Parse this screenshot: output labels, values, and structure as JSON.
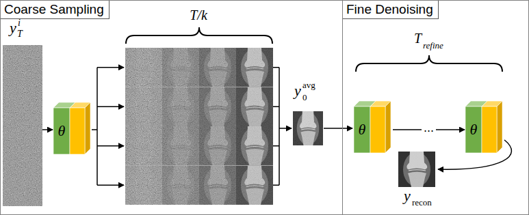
{
  "diagram": {
    "nodes": [
      {
        "text": [
          "Coarse Sampling"
        ]
      },
      {
        "text": [
          "Fine Denoising"
        ]
      },
      {
        "text": [
          "θ"
        ],
        "in": 0
      },
      {
        "text": [
          "θ"
        ],
        "in": 1
      },
      {
        "text": [
          "θ"
        ],
        "in": 1
      }
    ],
    "edges": [
      {
        "from": 3,
        "to": 4,
        "arrow": "to",
        "label": "..."
      }
    ],
    "labels": [
      "T/k",
      "y",
      "T",
      "i",
      "y",
      "0",
      "avg",
      "T",
      "refine",
      "y",
      "recon"
    ]
  }
}
